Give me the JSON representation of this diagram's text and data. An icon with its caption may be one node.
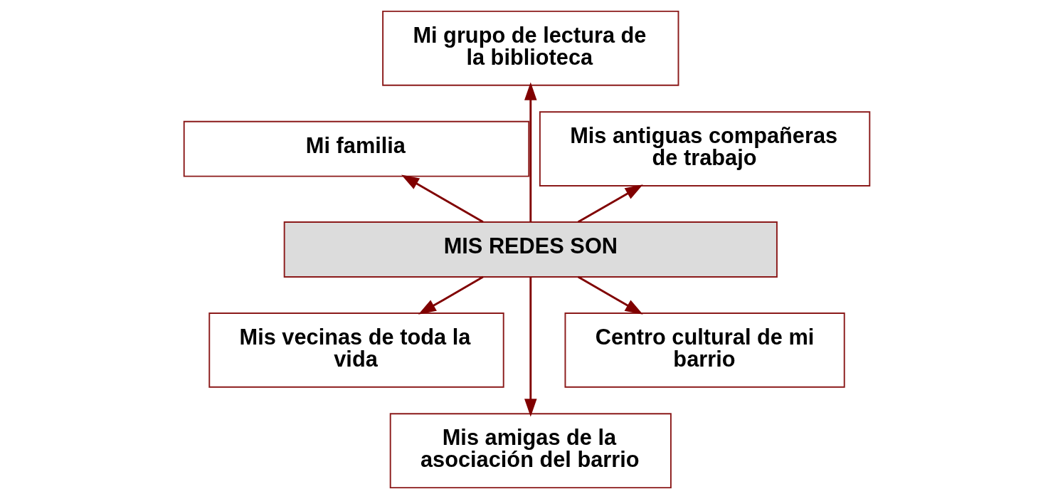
{
  "diagram": {
    "nodes": [
      {
        "text": [
          "Mis antiguas compañeras de trabajo"
        ]
      },
      {
        "text": [
          "Mi grupo de lectura de la biblioteca"
        ]
      },
      {
        "text": [
          "Mi familia"
        ]
      },
      {
        "text": [
          "MIS REDES SON"
        ]
      },
      {
        "text": [
          "Mis vecinas de toda la vida"
        ]
      },
      {
        "text": [
          "Mis amigas de la asociación del barrio"
        ]
      },
      {
        "text": [
          "Centro cultural de mi barrio"
        ]
      }
    ],
    "edges": [
      {
        "from": 3,
        "to": 0,
        "arrow": "to"
      },
      {
        "from": 3,
        "to": 1,
        "arrow": "to"
      },
      {
        "from": 3,
        "to": 2,
        "arrow": "to"
      },
      {
        "from": 3,
        "to": 4,
        "arrow": "to"
      },
      {
        "from": 3,
        "to": 5,
        "arrow": "to"
      },
      {
        "from": 3,
        "to": 6,
        "arrow": "to"
      }
    ]
  }
}
